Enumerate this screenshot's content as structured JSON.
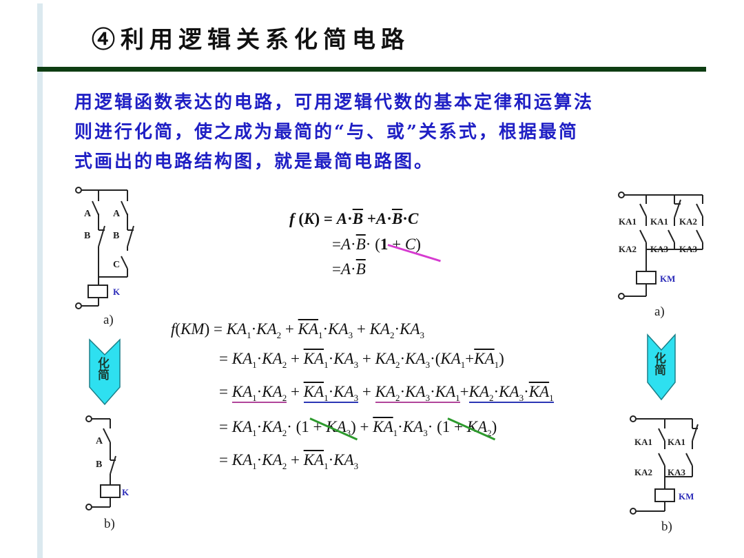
{
  "slide": {
    "title": "④利用逻辑关系化简电路",
    "intro_lines": [
      "用逻辑函数表达的电路，可用逻辑代数的基本定律和运算法",
      "则进行化简，使之成为最简的“与、或”关系式，根据最简",
      "式画出的电路结构图，就是最简电路图。"
    ],
    "colors": {
      "title": "#111111",
      "intro": "#1f1fc4",
      "rule": "#0e3d12",
      "arrow": "#2ee0f0",
      "strike_magenta": "#d63bd0",
      "strike_green": "#2d9a2d",
      "underline_magenta": "#b0449a",
      "underline_blue": "#2a35b4"
    }
  },
  "left_circuit_a": {
    "labels": {
      "A1": "A",
      "A2": "A",
      "B1": "B",
      "B2": "B",
      "C": "C",
      "coil": "K"
    },
    "caption": "a)"
  },
  "left_arrow": {
    "label": "化简",
    "icon": "chevron-down-arrow"
  },
  "left_circuit_b": {
    "labels": {
      "A": "A",
      "B": "B",
      "coil": "K"
    },
    "caption": "b)"
  },
  "right_circuit_a": {
    "labels": {
      "r1c1": "KA1",
      "r1c2": "KA1",
      "r1c3": "KA2",
      "r2c1": "KA2",
      "r2c2": "KA3",
      "r2c3": "KA3",
      "coil": "KM"
    },
    "caption": "a)"
  },
  "right_arrow": {
    "label": "化简",
    "icon": "chevron-down-arrow"
  },
  "right_circuit_b": {
    "labels": {
      "r1c1": "KA1",
      "r1c2": "KA1",
      "r2c1": "KA2",
      "r2c2": "KA3",
      "coil": "KM"
    },
    "caption": "b)"
  },
  "equation_k": {
    "lines": [
      "f(K) = A·B̄ + A·B̄·C",
      "= A·B̄·(1 + C)",
      "= A·B̄"
    ]
  },
  "equation_km": {
    "lines": [
      "f(KM) = KA1·KA2 + K̄A̅1·KA3 + KA2·KA3",
      "= KA1·KA2 + K̄A̅1·KA3 + KA2·KA3·(KA1 + K̄A̅1)",
      "= KA1·KA2 + K̄A̅1·KA3 + KA2·KA3·KA1 + KA2·KA3·K̄A̅1",
      "= KA1·KA2·(1 + KA3) + K̄A̅1·KA3·(1 + KA2)",
      "= KA1·KA2 + K̄A̅1·KA3"
    ]
  }
}
